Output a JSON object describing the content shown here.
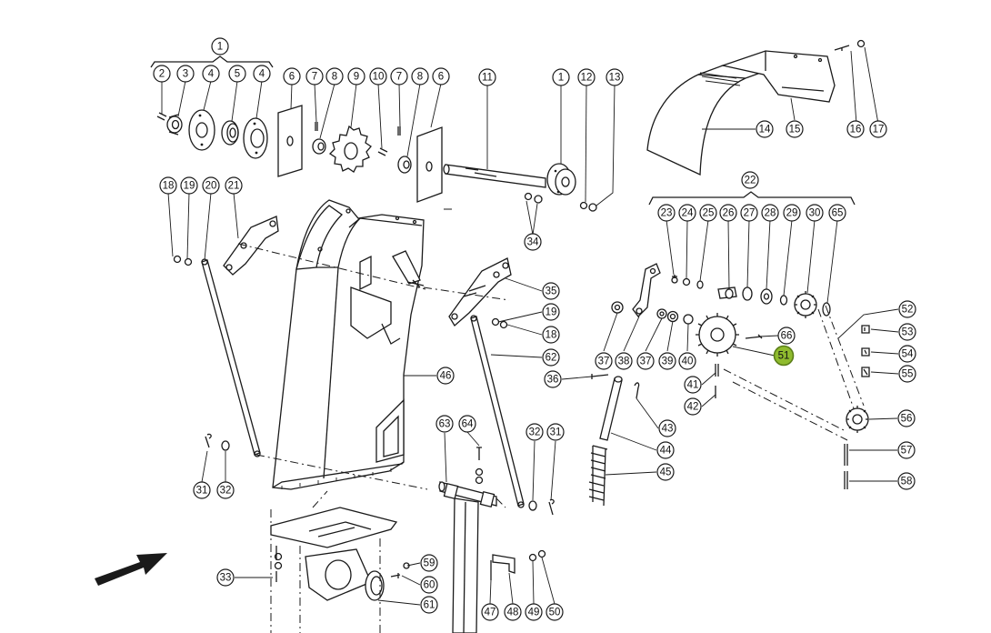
{
  "diagram": {
    "highlight_color": "#8fbb2e",
    "highlighted_part": "51",
    "callouts": [
      {
        "key": "c1a",
        "label": "1"
      },
      {
        "key": "c2",
        "label": "2"
      },
      {
        "key": "c3",
        "label": "3"
      },
      {
        "key": "c4a",
        "label": "4"
      },
      {
        "key": "c5",
        "label": "5"
      },
      {
        "key": "c4b",
        "label": "4"
      },
      {
        "key": "c6a",
        "label": "6"
      },
      {
        "key": "c7a",
        "label": "7"
      },
      {
        "key": "c8a",
        "label": "8"
      },
      {
        "key": "c9",
        "label": "9"
      },
      {
        "key": "c10",
        "label": "10"
      },
      {
        "key": "c7b",
        "label": "7"
      },
      {
        "key": "c8b",
        "label": "8"
      },
      {
        "key": "c6b",
        "label": "6"
      },
      {
        "key": "c11",
        "label": "11"
      },
      {
        "key": "c1b",
        "label": "1"
      },
      {
        "key": "c12",
        "label": "12"
      },
      {
        "key": "c13",
        "label": "13"
      },
      {
        "key": "c14",
        "label": "14"
      },
      {
        "key": "c15",
        "label": "15"
      },
      {
        "key": "c16",
        "label": "16"
      },
      {
        "key": "c17",
        "label": "17"
      },
      {
        "key": "c18a",
        "label": "18"
      },
      {
        "key": "c19a",
        "label": "19"
      },
      {
        "key": "c20",
        "label": "20"
      },
      {
        "key": "c21",
        "label": "21"
      },
      {
        "key": "c22",
        "label": "22"
      },
      {
        "key": "c23",
        "label": "23"
      },
      {
        "key": "c24",
        "label": "24"
      },
      {
        "key": "c25",
        "label": "25"
      },
      {
        "key": "c26",
        "label": "26"
      },
      {
        "key": "c27",
        "label": "27"
      },
      {
        "key": "c28",
        "label": "28"
      },
      {
        "key": "c29",
        "label": "29"
      },
      {
        "key": "c30",
        "label": "30"
      },
      {
        "key": "c65",
        "label": "65"
      },
      {
        "key": "c34",
        "label": "34"
      },
      {
        "key": "c35",
        "label": "35"
      },
      {
        "key": "c19b",
        "label": "19"
      },
      {
        "key": "c18b",
        "label": "18"
      },
      {
        "key": "c62",
        "label": "62"
      },
      {
        "key": "c46",
        "label": "46"
      },
      {
        "key": "c36",
        "label": "36"
      },
      {
        "key": "c37a",
        "label": "37"
      },
      {
        "key": "c38",
        "label": "38"
      },
      {
        "key": "c37b",
        "label": "37"
      },
      {
        "key": "c39",
        "label": "39"
      },
      {
        "key": "c40",
        "label": "40"
      },
      {
        "key": "c66",
        "label": "66"
      },
      {
        "key": "c51",
        "label": "51"
      },
      {
        "key": "c41",
        "label": "41"
      },
      {
        "key": "c42",
        "label": "42"
      },
      {
        "key": "c43",
        "label": "43"
      },
      {
        "key": "c44",
        "label": "44"
      },
      {
        "key": "c45",
        "label": "45"
      },
      {
        "key": "c52",
        "label": "52"
      },
      {
        "key": "c53",
        "label": "53"
      },
      {
        "key": "c54",
        "label": "54"
      },
      {
        "key": "c55",
        "label": "55"
      },
      {
        "key": "c56",
        "label": "56"
      },
      {
        "key": "c57",
        "label": "57"
      },
      {
        "key": "c58",
        "label": "58"
      },
      {
        "key": "c63",
        "label": "63"
      },
      {
        "key": "c64",
        "label": "64"
      },
      {
        "key": "c32a",
        "label": "32"
      },
      {
        "key": "c31a",
        "label": "31"
      },
      {
        "key": "c31b",
        "label": "31"
      },
      {
        "key": "c32b",
        "label": "32"
      },
      {
        "key": "c33",
        "label": "33"
      },
      {
        "key": "c59",
        "label": "59"
      },
      {
        "key": "c60",
        "label": "60"
      },
      {
        "key": "c61",
        "label": "61"
      },
      {
        "key": "c47",
        "label": "47"
      },
      {
        "key": "c48",
        "label": "48"
      },
      {
        "key": "c49",
        "label": "49"
      },
      {
        "key": "c50",
        "label": "50"
      }
    ]
  }
}
